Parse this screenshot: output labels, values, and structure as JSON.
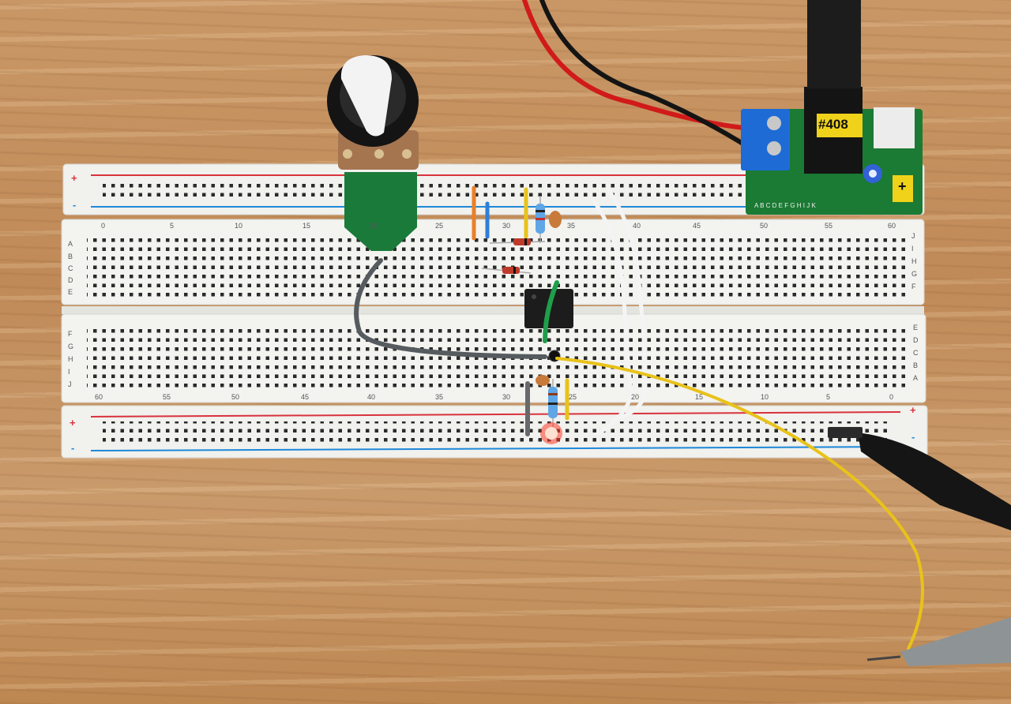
{
  "breadboard": {
    "row_letters_top_left": [
      "A",
      "B",
      "C",
      "D",
      "E"
    ],
    "row_letters_top_right": [
      "J",
      "I",
      "H",
      "G",
      "F"
    ],
    "row_letters_bottom_left": [
      "F",
      "G",
      "H",
      "I",
      "J"
    ],
    "row_letters_bottom_right": [
      "E",
      "D",
      "C",
      "B",
      "A"
    ],
    "column_numbers_top": [
      "0",
      "5",
      "10",
      "15",
      "20",
      "25",
      "30",
      "35",
      "40",
      "45",
      "50",
      "55",
      "60"
    ],
    "column_numbers_bottom": [
      "60",
      "55",
      "50",
      "45",
      "40",
      "35",
      "30",
      "25",
      "20",
      "15",
      "10",
      "5",
      "0"
    ],
    "rail_plus": "+",
    "rail_minus": "-"
  },
  "power_module": {
    "tag_label": "#408",
    "module_letters": "A B C D E F G H I J K",
    "plus_sign": "+",
    "led_color": "#3a5cff"
  },
  "colors": {
    "rail_red": "#d8323c",
    "rail_blue": "#1e88d8",
    "led_red": "#ff3a2a",
    "wire_yellow": "#e8c21a",
    "wire_red": "#d11a1a",
    "wire_black": "#141414"
  }
}
